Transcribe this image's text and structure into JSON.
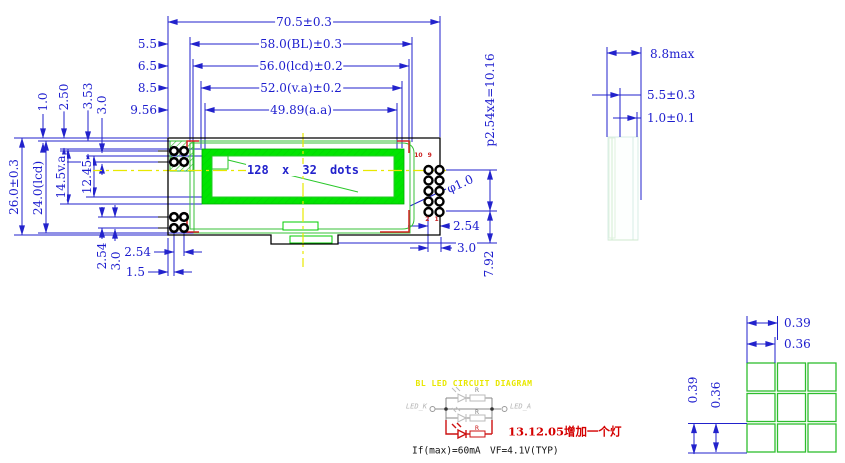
{
  "drawing": {
    "top_dims": {
      "overall": "70.5±0.3",
      "bl": "58.0(BL)±0.3",
      "lcd": "56.0(lcd)±0.2",
      "va": "52.0(v.a)±0.2",
      "aa": "49.89(a.a)",
      "off_bl": "5.5",
      "off_lcd": "6.5",
      "off_va": "8.5",
      "off_aa": "9.56"
    },
    "left_dims": {
      "overall": "26.0±0.3",
      "lcd": "24.0(lcd)",
      "va": "14.5v.a",
      "aa": "12.45",
      "d1": "1.0",
      "d2": "2.50",
      "d3": "3.53",
      "d4": "3.0",
      "rot_pitch": "2.54",
      "rot_edge": "3.0",
      "pin_pitch": "2.54",
      "pin_edge": "1.5"
    },
    "right_dims": {
      "pitch": "p2.54x4=10.16",
      "hole": "φ1.0",
      "p1": "2.54",
      "p2": "3.0",
      "tail": "7.92"
    },
    "display_text": "128 x 32 dots",
    "pin_top_label": "10 9",
    "pin_bottom_label": "2 1"
  },
  "side_view": {
    "width": "8.8max",
    "d1": "5.5±0.3",
    "d2": "1.0±0.1"
  },
  "dot_detail": {
    "h_pitch": "0.39",
    "h_size": "0.36",
    "v_pitch": "0.39",
    "v_size": "0.36"
  },
  "circuit": {
    "title": "BL LED CIRCUIT DIAGRAM",
    "cathode": "LED_K",
    "anode": "LED_A",
    "r1": "R",
    "r2": "R",
    "r3": "R",
    "note": "13.12.05增加一个灯",
    "spec_current": "If(max)=60mA",
    "spec_voltage": "VF=4.1V(TYP)"
  },
  "colors": {
    "dim_blue": "#2222cc",
    "outline_black": "#000000",
    "lcd_green": "#00e400",
    "line_green": "#2ebe2e",
    "mark_red": "#d42222",
    "center_yellow": "#e8e800",
    "note_red": "#d40000"
  }
}
